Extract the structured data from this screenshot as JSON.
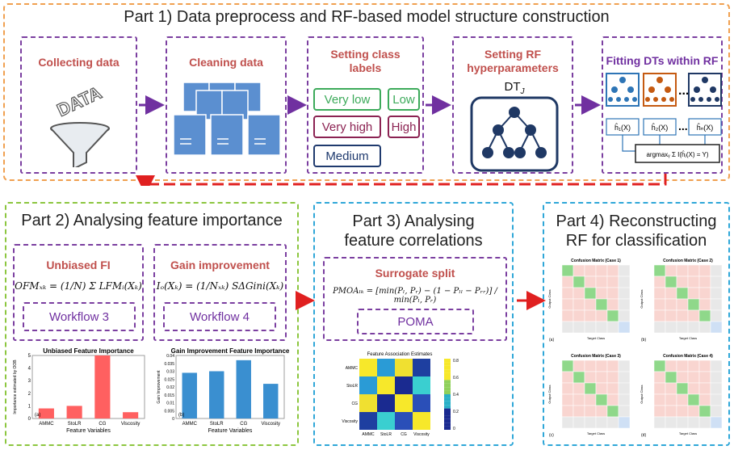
{
  "part1": {
    "title": "Part 1) Data preprocess and RF-based model structure construction",
    "steps": {
      "collect": "Collecting data",
      "clean": "Cleaning data",
      "labels": "Setting class labels",
      "hyper": "Setting RF hyperparameters",
      "fit": "Fitting DTs within RF"
    },
    "class_labels": [
      "Very low",
      "Low",
      "Very high",
      "High",
      "Medium"
    ],
    "dt_label": "DT",
    "dt_sub": "J",
    "data_word": "DATA",
    "h_labels": [
      "ĥ₁(X)",
      "ĥ₂(X)",
      "ĥₙ(X)"
    ],
    "argmax_label": "argmaxᵧ Σ I(ĥⱼ(X) = Y)",
    "dots": "..."
  },
  "part2": {
    "title": "Part 2) Analysing feature importance",
    "left_title": "Unbiased FI",
    "right_title": "Gain improvement",
    "left_formula": "OFMₓₖ = (1/N) Σ LFMᵢ(Xₖ)",
    "right_formula": "Iₒ(Xₖ) = (1/Nₓₖ) SΔGini(Xₖ)",
    "left_workflow": "Workflow 3",
    "right_workflow": "Workflow 4",
    "chart_a_title": "Unbiased Feature Importance",
    "chart_b_title": "Gain Improvement Feature Importance",
    "chart_a_ylabel": "Importance estimated by OOB",
    "chart_b_ylabel": "Gain Improvement",
    "xlabel": "Feature Variables",
    "panel_a": "(a)",
    "panel_b": "(b)"
  },
  "part3": {
    "title_line1": "Part 3) Analysing",
    "title_line2": "feature correlations",
    "box_title": "Surrogate split",
    "formula": "PMOAₗₖ = [min(Pₗ, Pᵣ) − (1 − Pₗₗ − Pᵣᵣ)] / min(Pₗ, Pᵣ)",
    "workflow": "POMA",
    "heatmap_title": "Feature Association Estimates",
    "colorbar_ticks": [
      "0.8",
      "0.6",
      "0.4",
      "0.2",
      "0"
    ]
  },
  "part4": {
    "title_line1": "Part 4) Reconstructing",
    "title_line2": "RF for classification",
    "matrices": [
      {
        "title": "Confusion Matrix (Case 1)",
        "panel": "(a)"
      },
      {
        "title": "Confusion Matrix (Case 2)",
        "panel": "(b)"
      },
      {
        "title": "Confusion Matrix (Case 3)",
        "panel": "(c)"
      },
      {
        "title": "Confusion Matrix (Case 4)",
        "panel": "(d)"
      }
    ],
    "output_class": "Output Class",
    "target_class": "Target Class"
  },
  "chart_data": [
    {
      "type": "bar",
      "title": "Unbiased Feature Importance",
      "categories": [
        "AMMC",
        "StoLR",
        "CG",
        "Viscosity"
      ],
      "values": [
        0.8,
        1.0,
        5.0,
        0.5
      ],
      "xlabel": "Feature Variables",
      "ylabel": "Importance estimated by OOB",
      "ylim": [
        0,
        5
      ]
    },
    {
      "type": "bar",
      "title": "Gain Improvement Feature Importance",
      "categories": [
        "AMMC",
        "StoLR",
        "CG",
        "Viscosity"
      ],
      "values": [
        0.029,
        0.03,
        0.037,
        0.022
      ],
      "xlabel": "Feature Variables",
      "ylabel": "Gain Improvement",
      "ylim": [
        0,
        0.04
      ],
      "yticks": [
        "0",
        "0.005",
        "0.01",
        "0.015",
        "0.02",
        "0.025",
        "0.03",
        "0.035",
        "0.04"
      ]
    },
    {
      "type": "heatmap",
      "title": "Feature Association Estimates",
      "categories": [
        "AMMC",
        "StoLR",
        "CG",
        "Viscosity"
      ]
    }
  ],
  "colors": {
    "orange": "#f0a050",
    "green": "#8cc63f",
    "blue": "#2fa7d8",
    "purple": "#7b3fa0",
    "red": "#e02020",
    "arrow_purple": "#7030a0",
    "bar_red": "#ff6060",
    "bar_blue": "#3a8fd0"
  }
}
